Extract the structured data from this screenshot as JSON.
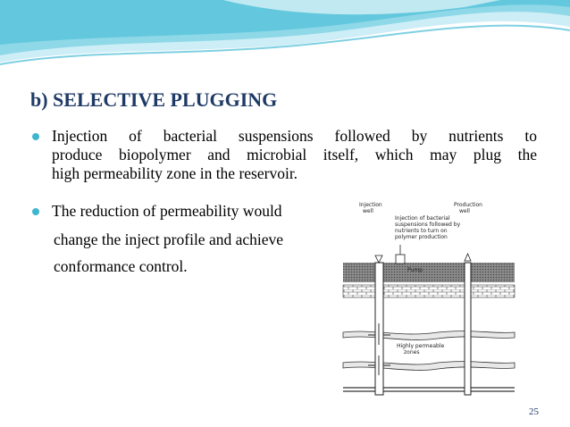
{
  "slide": {
    "title": "b) SELECTIVE PLUGGING",
    "bullet1_lines": [
      "Injection of bacterial suspensions followed by nutrients to",
      "produce biopolymer and microbial itself, which may plug the"
    ],
    "bullet1_last": "high permeability zone in the reservoir.",
    "bullet2_line1": "The reduction of permeability would",
    "bullet2_line2": "change the inject profile and achieve",
    "bullet2_line3": "conformance control.",
    "page_number": "25"
  },
  "figure": {
    "injection_well": [
      "Injection",
      "well"
    ],
    "production_well": [
      "Production",
      "well"
    ],
    "injection_note": [
      "Injection of bacterial",
      "suspensions  followed by",
      "nutrients to turn on",
      "polymer production"
    ],
    "pump": "Pump",
    "zone_label": [
      "Highly permeable",
      "zones"
    ]
  },
  "colors": {
    "title": "#1f3a66",
    "bullet": "#3fb6cf",
    "banner_light": "#cdeef6",
    "banner_dark": "#5cc6da"
  }
}
